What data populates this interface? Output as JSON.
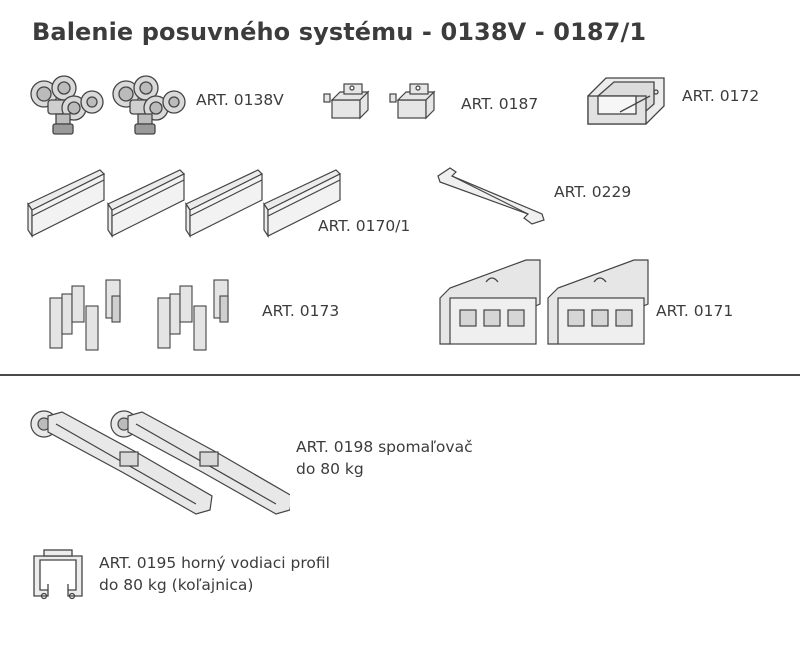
{
  "title": "Balenie posuvného systému - 0138V - 0187/1",
  "articles": {
    "a0138v": {
      "label": "ART. 0138V",
      "icon": "roller-carriage-icon"
    },
    "a0187": {
      "label": "ART. 0187",
      "icon": "bracket-clamp-icon"
    },
    "a0172": {
      "label": "ART. 0172",
      "icon": "u-guide-icon"
    },
    "a0229": {
      "label": "ART. 0229",
      "icon": "flat-key-wrench-icon"
    },
    "a0170_1": {
      "label": "ART. 0170/1",
      "icon": "cover-profile-icon"
    },
    "a0173": {
      "label": "ART. 0173",
      "icon": "clip-set-icon"
    },
    "a0171": {
      "label": "ART. 0171",
      "icon": "stopper-block-icon"
    },
    "a0198": {
      "line1": "ART. 0198 spomaľovač",
      "line2": "do 80 kg",
      "icon": "soft-close-damper-icon"
    },
    "a0195": {
      "line1": "ART. 0195 horný vodiaci profil",
      "line2": "do 80 kg (koľajnica)",
      "icon": "rail-profile-icon"
    }
  }
}
